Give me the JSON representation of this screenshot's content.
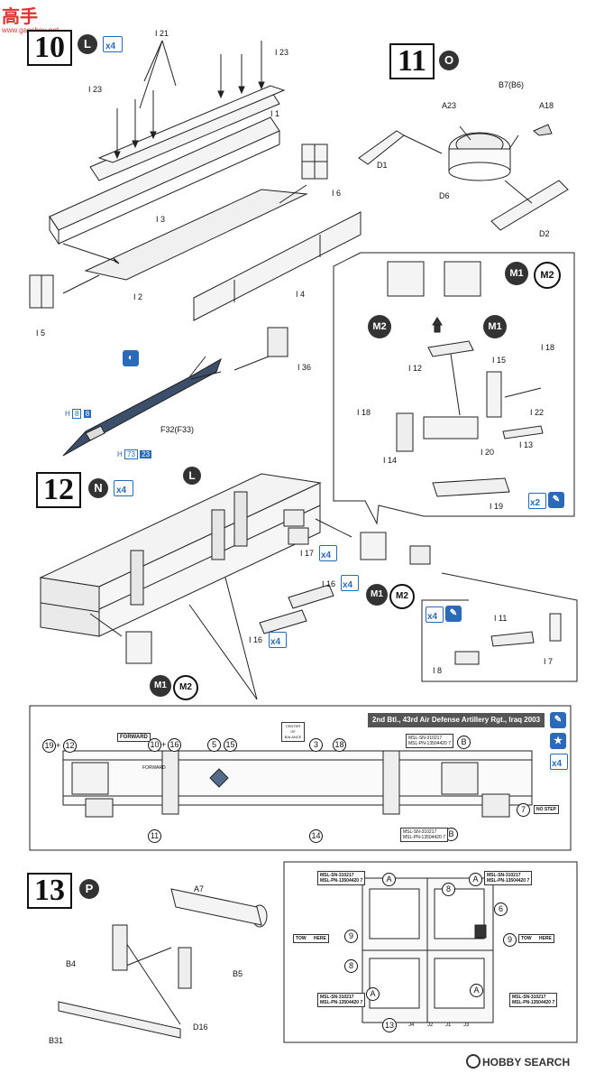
{
  "watermark": {
    "cn": "高手",
    "site": "www.gaoshou.net"
  },
  "logo": {
    "text": "HOBBY SEARCH"
  },
  "step10": {
    "number": "10",
    "part_letter": "L",
    "qty": "x4",
    "labels": {
      "i21": "I 21",
      "i23a": "I 23",
      "i23b": "I 23",
      "i1": "I 1",
      "i3": "I 3",
      "i6": "I 6",
      "i2": "I 2",
      "i4": "I 4",
      "i5": "I 5",
      "i36": "I 36",
      "f32": "F32(F33)"
    },
    "paint_h8": "H",
    "paint_h8_num": "8",
    "paint_h8_num2": "8",
    "paint_h73": "H",
    "paint_h73_num": "73",
    "paint_h73_num2": "23"
  },
  "step11": {
    "number": "11",
    "part_letter": "O",
    "labels": {
      "b7": "B7(B6)",
      "a23": "A23",
      "a18": "A18",
      "d1": "D1",
      "d6": "D6",
      "d2": "D2"
    }
  },
  "callout_m": {
    "m1": "M1",
    "m2": "M2",
    "labels": {
      "i12": "I 12",
      "i15": "I 15",
      "i18a": "I 18",
      "i18b": "I 18",
      "i22": "I 22",
      "i14": "I 14",
      "i20": "I 20",
      "i13": "I 13",
      "i19": "I 19"
    },
    "qty": "x2"
  },
  "step12": {
    "number": "12",
    "part_letter": "N",
    "qty": "x4",
    "l_marker": "L",
    "labels": {
      "i17": "I 17",
      "i16a": "I 16",
      "i16b": "I 16",
      "m1": "M1",
      "m2": "M2",
      "m1b": "M1",
      "m2b": "M2",
      "x4a": "x4",
      "x4b": "x4",
      "x4c": "x4"
    },
    "sub": {
      "qty": "x4",
      "i11": "I 11",
      "i8": "I 8",
      "i7": "I 7"
    }
  },
  "decal_panel": {
    "header": "2nd Btl., 43rd Air Defense Artillery Rgt., Iraq 2003",
    "qty": "x4",
    "nums": {
      "n19": "19",
      "n12": "12",
      "n10": "10",
      "n16": "16",
      "n5": "5",
      "n15": "15",
      "n3": "3",
      "n18": "18",
      "n11": "11",
      "n14": "14",
      "n7": "7"
    },
    "forward": "FORWARD",
    "forward2": "FORWARD",
    "center": "CENTER OF BALANCE",
    "b": "B",
    "no_step": "NO STEP",
    "msl1a": "MSL-SN-310217",
    "msl1b": "MSL-PN-13504420 7",
    "msl2a": "MSL-SN-310217",
    "msl2b": "MSL-PN-13504420 7"
  },
  "step13": {
    "number": "13",
    "part_letter": "P",
    "labels": {
      "a7": "A7",
      "b4": "B4",
      "b5": "B5",
      "d16": "D16",
      "b31": "B31"
    }
  },
  "rear_panel": {
    "msl_tl_a": "MSL-SN-310217",
    "msl_tl_b": "MSL-PN-13504420 7",
    "msl_tr_a": "MSL-SN-310217",
    "msl_tr_b": "MSL-PN-13504420 7",
    "msl_bl_a": "MSL-SN-310217",
    "msl_bl_b": "MSL-PN-13504420 7",
    "msl_br_a": "MSL-SN-310217",
    "msl_br_b": "MSL-PN-13504420 7",
    "tow_left": "TOW      HERE",
    "tow_right": "TOW      HERE",
    "a": "A",
    "n8": "8",
    "n9": "9",
    "n6": "6",
    "n13": "13",
    "j4": "J4",
    "j2": "J2",
    "j1": "J1",
    "j3": "J3"
  }
}
